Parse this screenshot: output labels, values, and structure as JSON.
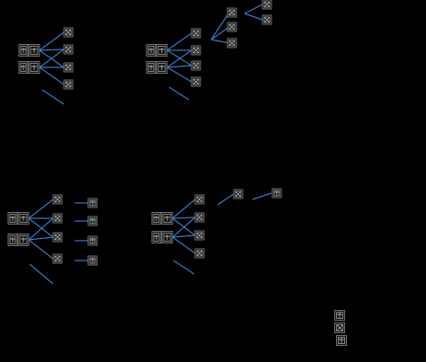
{
  "title": "",
  "colors": {
    "background": "#000000",
    "connector": "#3b78c4",
    "box_stroke": "#8a8a8a",
    "box_fill": "#111111",
    "glyph": "#cfcfcf"
  },
  "diagrams": [
    {
      "id": "tree-1",
      "roots": 2,
      "children": 4,
      "branch": false
    },
    {
      "id": "tree-2",
      "roots": 2,
      "children": 4,
      "branch": true
    },
    {
      "id": "tree-3",
      "roots": 2,
      "children": 4,
      "leaf_chain": true
    },
    {
      "id": "tree-4",
      "roots": 2,
      "children": 4,
      "branch": true
    },
    {
      "id": "icon-stack",
      "items": 3
    }
  ],
  "icons": [
    "tree-node-icon",
    "leaf-node-icon",
    "box-glyph-icon"
  ]
}
